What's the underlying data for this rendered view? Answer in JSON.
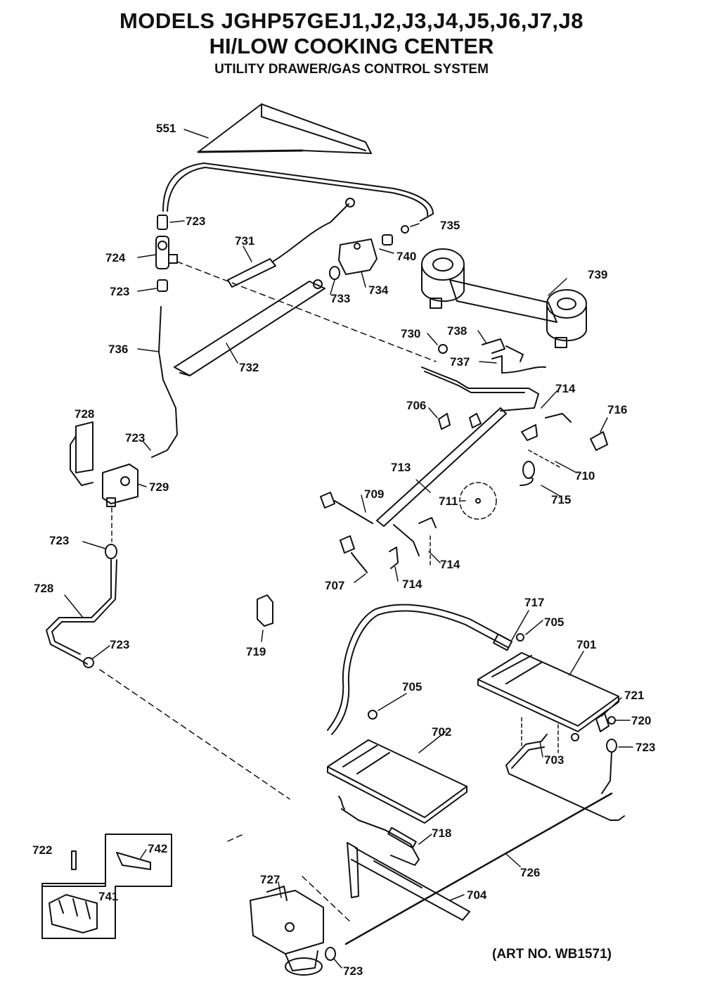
{
  "header": {
    "title": "MODELS JGHP57GEJ1,J2,J3,J4,J5,J6,J7,J8",
    "subtitle": "HI/LOW COOKING CENTER",
    "section": "UTILITY DRAWER/GAS CONTROL SYSTEM"
  },
  "art_number": "(ART NO. WB1571)",
  "callouts": [
    "551",
    "723",
    "724",
    "723",
    "736",
    "728",
    "723",
    "729",
    "723",
    "728",
    "723",
    "731",
    "732",
    "733",
    "734",
    "740",
    "735",
    "739",
    "730",
    "738",
    "737",
    "714",
    "706",
    "716",
    "710",
    "713",
    "715",
    "711",
    "709",
    "714",
    "714",
    "707",
    "719",
    "717",
    "705",
    "701",
    "721",
    "720",
    "723",
    "705",
    "702",
    "703",
    "718",
    "726",
    "704",
    "727",
    "723",
    "722",
    "742",
    "741"
  ]
}
